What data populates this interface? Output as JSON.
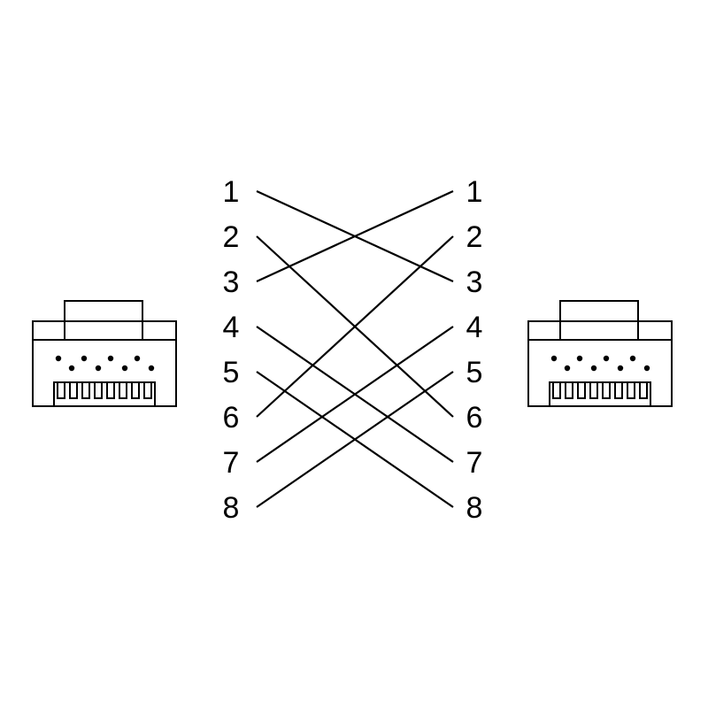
{
  "diagram": {
    "left_pins": [
      "1",
      "2",
      "3",
      "4",
      "5",
      "6",
      "7",
      "8"
    ],
    "right_pins": [
      "1",
      "2",
      "3",
      "4",
      "5",
      "6",
      "7",
      "8"
    ],
    "wiring": [
      {
        "from": 1,
        "to": 3
      },
      {
        "from": 2,
        "to": 6
      },
      {
        "from": 3,
        "to": 1
      },
      {
        "from": 4,
        "to": 7
      },
      {
        "from": 5,
        "to": 8
      },
      {
        "from": 6,
        "to": 2
      },
      {
        "from": 7,
        "to": 4
      },
      {
        "from": 8,
        "to": 5
      }
    ],
    "connectors": [
      "rj45-connector",
      "rj45-connector"
    ],
    "line_color": "#000000",
    "background_color": "#ffffff"
  }
}
